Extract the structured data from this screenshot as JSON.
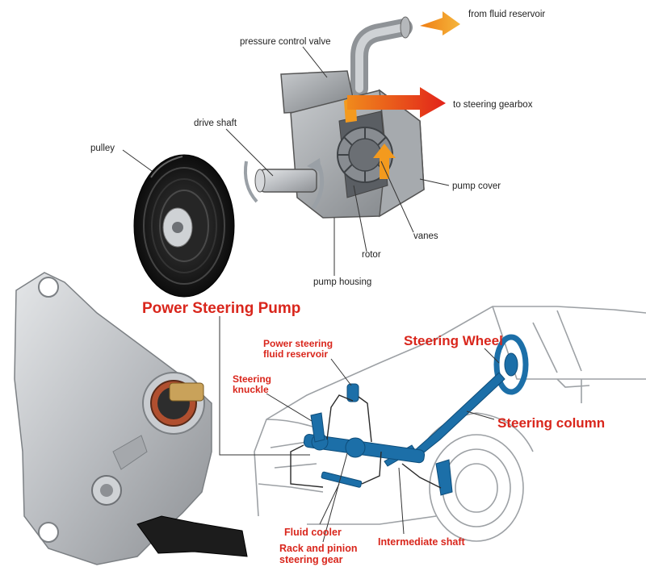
{
  "pump_labels": {
    "from_reservoir": "from fluid reservoir",
    "pressure_valve": "pressure control valve",
    "to_gearbox": "to steering gearbox",
    "drive_shaft": "drive shaft",
    "pulley": "pulley",
    "pump_cover": "pump cover",
    "vanes": "vanes",
    "rotor": "rotor",
    "pump_housing": "pump housing"
  },
  "system_labels": {
    "title": "Power Steering Pump",
    "steering_wheel": "Steering Wheel",
    "steering_column": "Steering column",
    "reservoir_line1": "Power steering",
    "reservoir_line2": "fluid reservoir",
    "knuckle_line1": "Steering",
    "knuckle_line2": "knuckle",
    "fluid_cooler": "Fluid cooler",
    "rack_line1": "Rack and pinion",
    "rack_line2": "steering gear",
    "intermediate_shaft": "Intermediate shaft"
  },
  "colors": {
    "label_red": "#d9261c",
    "component_blue": "#1c6fa8",
    "arrow_orange": "#f39a1e",
    "arrow_red": "#e2231a",
    "pump_grey": "#9a9ea3",
    "outline_grey": "#555555",
    "pulley_dark": "#1c1c1c"
  }
}
